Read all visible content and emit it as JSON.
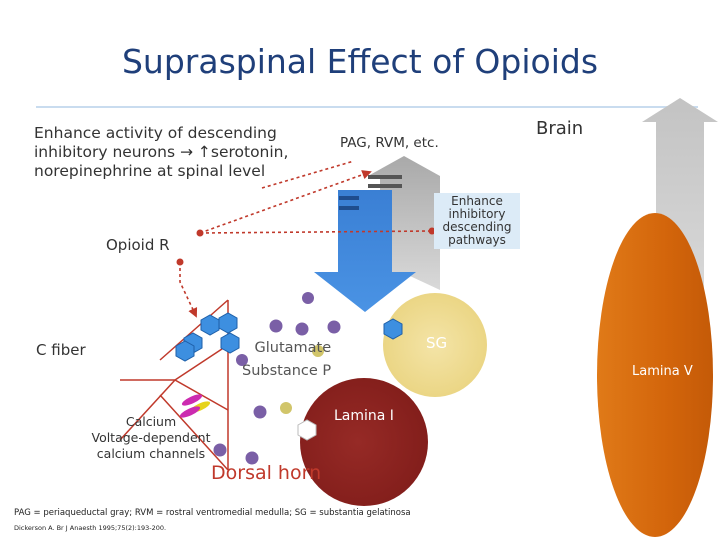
{
  "title": "Supraspinal Effect of Opioids",
  "labels": {
    "enhance_activity_lines": [
      "Enhance activity of descending",
      "inhibitory neurons → ↑serotonin,",
      "norepinephrine at spinal level"
    ],
    "pag_rvm": "PAG, RVM, etc.",
    "brain": "Brain",
    "enhance_inhibitory_lines": [
      "Enhance",
      "inhibitory",
      "descending",
      "pathways"
    ],
    "opioid_r": "Opioid R",
    "c_fiber": "C fiber",
    "glutamate": "Glutamate",
    "substance_p": "Substance P",
    "sg": "SG",
    "lamina_v": "Lamina V",
    "lamina_i": "Lamina I",
    "calcium_lines": [
      "Calcium",
      "Voltage-dependent",
      "calcium channels"
    ],
    "dorsal_horn": "Dorsal horn"
  },
  "footnote": "PAG = periaqueductal gray; RVM = rostral ventromedial medulla; SG = substantia gelatinosa",
  "reference": "Dickerson A. Br J Anaesth 1995;75(2):193-200.",
  "colors": {
    "title": "#1f3f7a",
    "sg": "#efdc92",
    "lamina_i": "#8e2320",
    "lamina_v": "#d96a0c",
    "blue_arrow": "#3f84d6",
    "gray_arrow": "#bfbfbf",
    "receptor": "#3d8fe0",
    "dotted_line": "#c0392b"
  }
}
